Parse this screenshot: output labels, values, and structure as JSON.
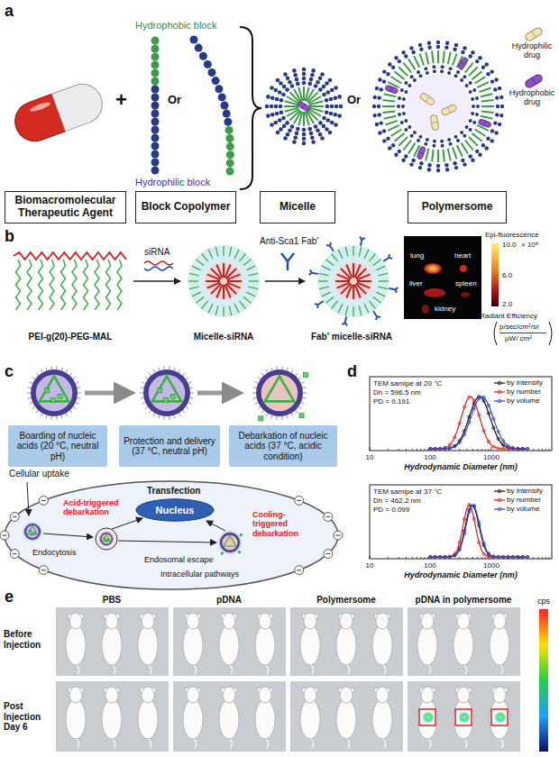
{
  "diagram": {
    "nodes": [
      {
        "text": [
          "Biomacromolecular Therapeutic Agent"
        ]
      },
      {
        "text": [
          "Block Copolymer"
        ]
      },
      {
        "text": [
          "Micelle"
        ]
      },
      {
        "text": [
          "Polymersome"
        ]
      },
      {
        "text": [
          "Boarding of nucleic acids (20 °C, neutral pH)"
        ]
      },
      {
        "text": [
          "Protection and delivery (37 °C, neutral pH)"
        ]
      },
      {
        "text": [
          "Debarkation of nucleic acids (37 °C, acidic condition)"
        ]
      },
      {
        "text": [
          "Nucleus"
        ]
      }
    ],
    "labels": [
      "a",
      "Hydrophobic block",
      "Hydrophilic block",
      "+",
      "Or",
      "Or",
      "Hydrophilic drug",
      "Hydrophobic drug",
      "b",
      "siRNA",
      "Anti-Sca1 Fab'",
      "PEI-g(20)-PEG-MAL",
      "Micelle-siRNA",
      "Fab' micelle-siRNA",
      "lung",
      "heart",
      "liver",
      "spleen",
      "kidney",
      "Epi-fluorescence",
      "10.0",
      "× 10⁸",
      "6.0",
      "2.0",
      "Radiant Efficiency",
      "p/sec/cm²/sr",
      "μW/ cm²",
      "c",
      "Cellular uptake",
      "Transfection",
      "Cooling-triggered debarkation",
      "Acid-triggered debarkation",
      "Endocytosis",
      "Endosomal escape",
      "Intracellular pathways",
      "d",
      "TEM samlpe at 20 °C",
      "Dh = 596.5 nm",
      "PD = 0.191",
      "10",
      "100",
      "1000",
      "Hydrodynamic Diameter (nm)",
      "TEM samlpe at 37 °C",
      "Dh = 462.2 nm",
      "PD = 0.099",
      "10",
      "100",
      "1000",
      "Hydrodynamic Diameter (nm)",
      "e",
      "PBS",
      "pDNA",
      "Polymersome",
      "pDNA in polymersome",
      "Before Injection",
      "Post Injection Day 6",
      "cps"
    ],
    "legend": [
      {
        "text": "by intensity"
      },
      {
        "text": "by number"
      },
      {
        "text": "by volume"
      },
      {
        "text": "by intensity"
      },
      {
        "text": "by number"
      },
      {
        "text": "by volume"
      }
    ]
  }
}
